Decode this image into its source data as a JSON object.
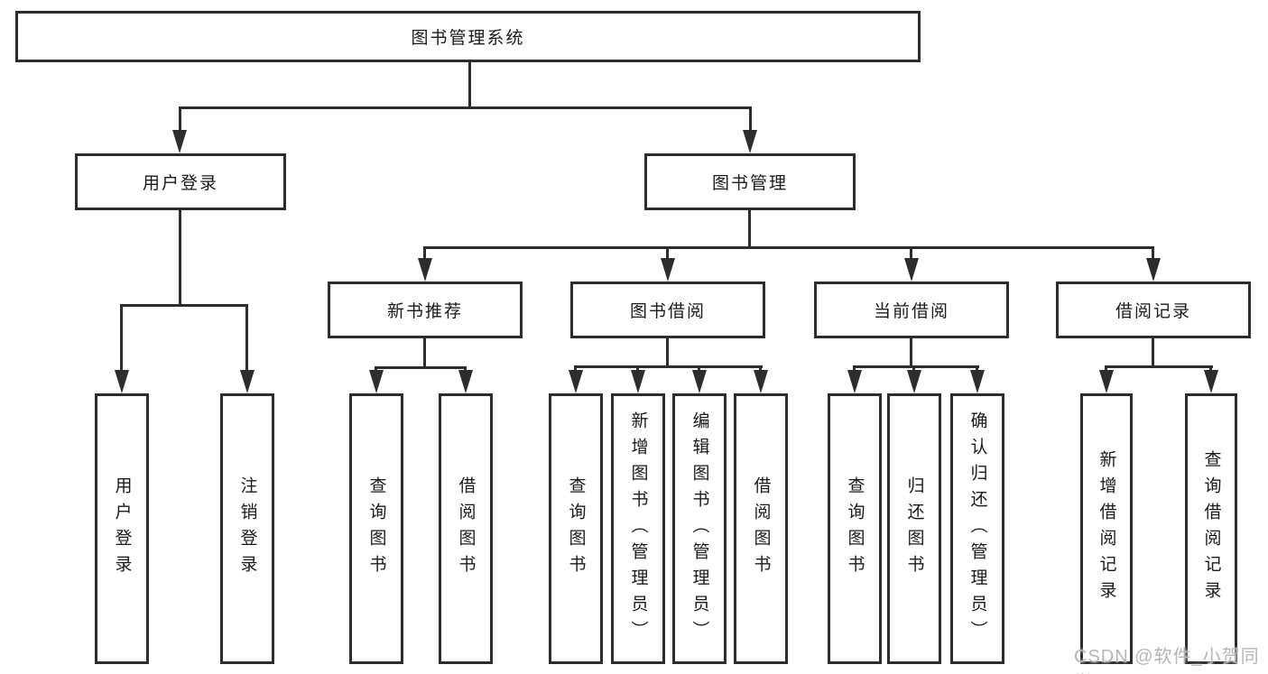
{
  "tree": {
    "root": {
      "label": "图书管理系统"
    },
    "branches": [
      {
        "label": "用户登录",
        "children": [
          {
            "label": "用户登录"
          },
          {
            "label": "注销登录"
          }
        ]
      },
      {
        "label": "图书管理",
        "children": [
          {
            "label": "新书推荐",
            "children": [
              {
                "label": "查询图书"
              },
              {
                "label": "借阅图书"
              }
            ]
          },
          {
            "label": "图书借阅",
            "children": [
              {
                "label": "查询图书"
              },
              {
                "label": "新增图书（管理员）"
              },
              {
                "label": "编辑图书（管理员）"
              },
              {
                "label": "借阅图书"
              }
            ]
          },
          {
            "label": "当前借阅",
            "children": [
              {
                "label": "查询图书"
              },
              {
                "label": "归还图书"
              },
              {
                "label": "确认归还（管理员）"
              }
            ]
          },
          {
            "label": "借阅记录",
            "children": [
              {
                "label": "新增借阅记录"
              },
              {
                "label": "查询借阅记录"
              }
            ]
          }
        ]
      }
    ]
  },
  "watermark": {
    "text": "CSDN @软件_小贺同学"
  },
  "colors": {
    "line": "#2d2d2d",
    "background": "#ffffff",
    "watermark": "#b5b5b5"
  }
}
